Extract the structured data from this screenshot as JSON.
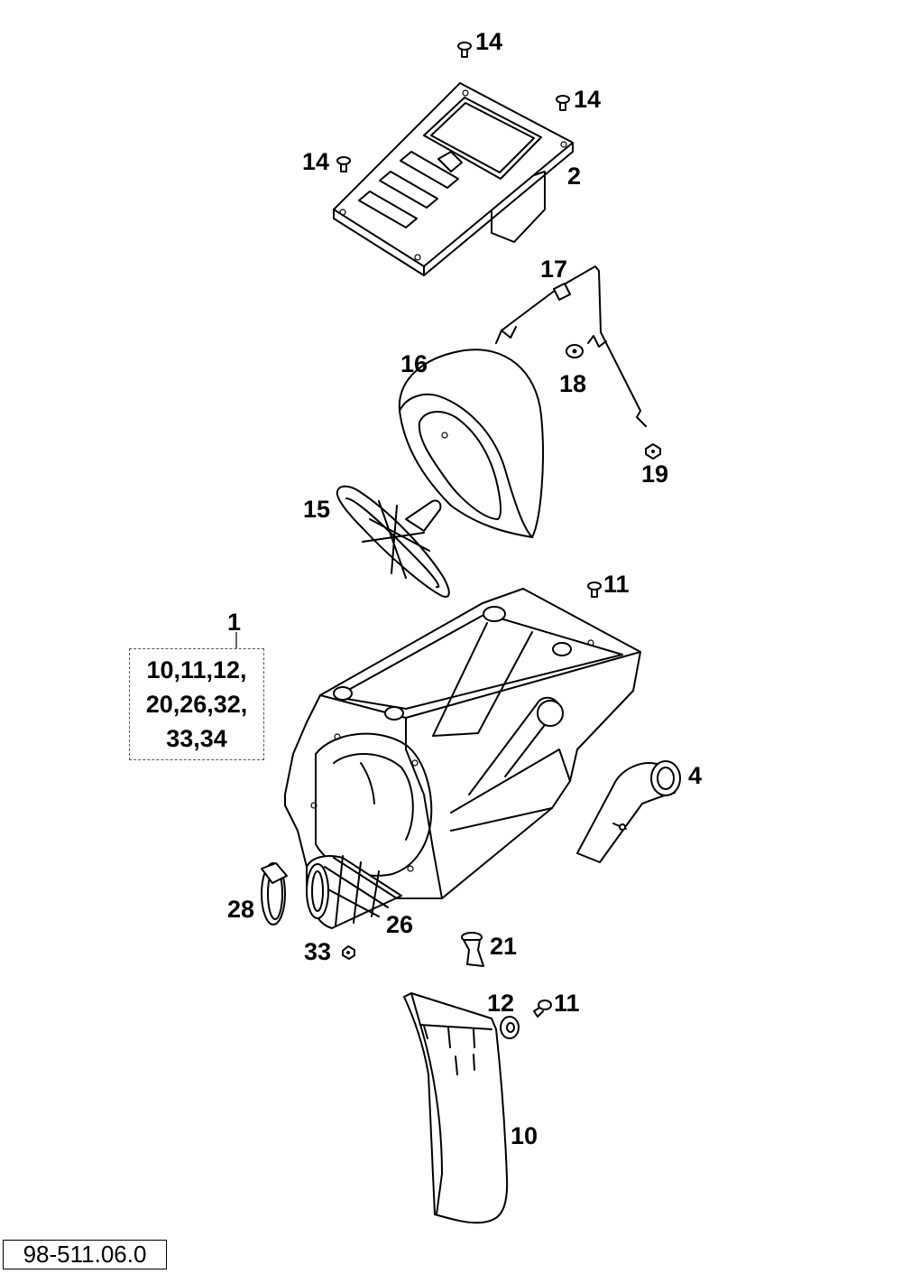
{
  "callouts": {
    "c14a": "14",
    "c14b": "14",
    "c14c": "14",
    "c2": "2",
    "c17": "17",
    "c16": "16",
    "c18": "18",
    "c19": "19",
    "c15": "15",
    "c11a": "11",
    "c1": "1",
    "c4": "4",
    "c28": "28",
    "c26": "26",
    "c33": "33",
    "c21": "21",
    "c12": "12",
    "c11b": "11",
    "c10": "10"
  },
  "group": {
    "line1": "10,11,12,",
    "line2": "20,26,32,",
    "line3": "33,34"
  },
  "drawing_number": "98-511.06.0"
}
